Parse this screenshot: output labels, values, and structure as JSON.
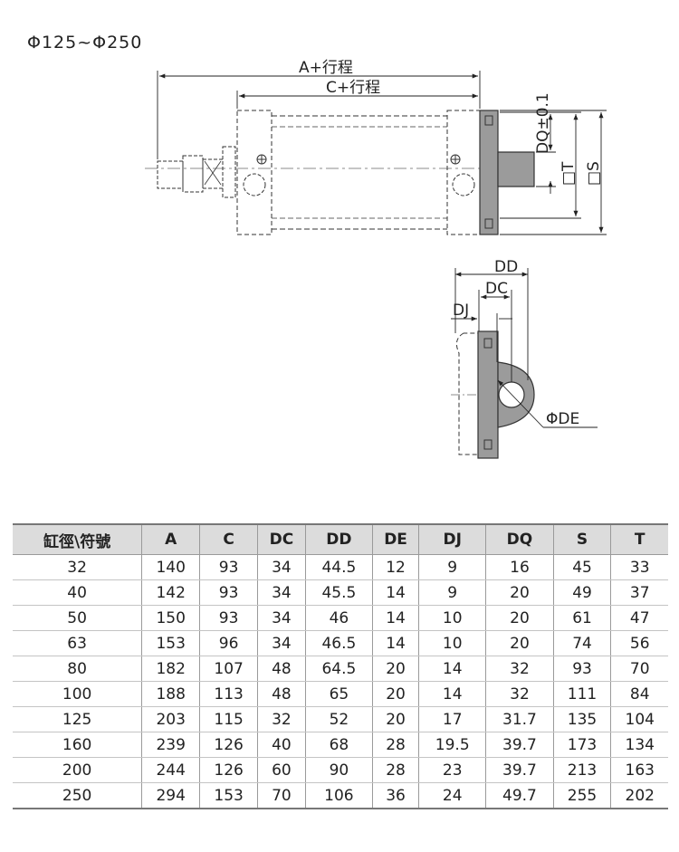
{
  "range_label": "Φ125~Φ250",
  "dims": {
    "a_stroke": "A+行程",
    "c_stroke": "C+行程",
    "dq_tol": "DQ±0.1",
    "t": "□T",
    "s": "□S",
    "dd": "DD",
    "dc": "DC",
    "dj": "DJ",
    "de": "ΦDE"
  },
  "table": {
    "headers": [
      "缸徑\\符號",
      "A",
      "C",
      "DC",
      "DD",
      "DE",
      "DJ",
      "DQ",
      "S",
      "T"
    ],
    "rows": [
      [
        "32",
        "140",
        "93",
        "34",
        "44.5",
        "12",
        "9",
        "16",
        "45",
        "33"
      ],
      [
        "40",
        "142",
        "93",
        "34",
        "45.5",
        "14",
        "9",
        "20",
        "49",
        "37"
      ],
      [
        "50",
        "150",
        "93",
        "34",
        "46",
        "14",
        "10",
        "20",
        "61",
        "47"
      ],
      [
        "63",
        "153",
        "96",
        "34",
        "46.5",
        "14",
        "10",
        "20",
        "74",
        "56"
      ],
      [
        "80",
        "182",
        "107",
        "48",
        "64.5",
        "20",
        "14",
        "32",
        "93",
        "70"
      ],
      [
        "100",
        "188",
        "113",
        "48",
        "65",
        "20",
        "14",
        "32",
        "111",
        "84"
      ],
      [
        "125",
        "203",
        "115",
        "32",
        "52",
        "20",
        "17",
        "31.7",
        "135",
        "104"
      ],
      [
        "160",
        "239",
        "126",
        "40",
        "68",
        "28",
        "19.5",
        "39.7",
        "173",
        "134"
      ],
      [
        "200",
        "244",
        "126",
        "60",
        "90",
        "28",
        "23",
        "39.7",
        "213",
        "163"
      ],
      [
        "250",
        "294",
        "153",
        "70",
        "106",
        "36",
        "24",
        "49.7",
        "255",
        "202"
      ]
    ]
  }
}
